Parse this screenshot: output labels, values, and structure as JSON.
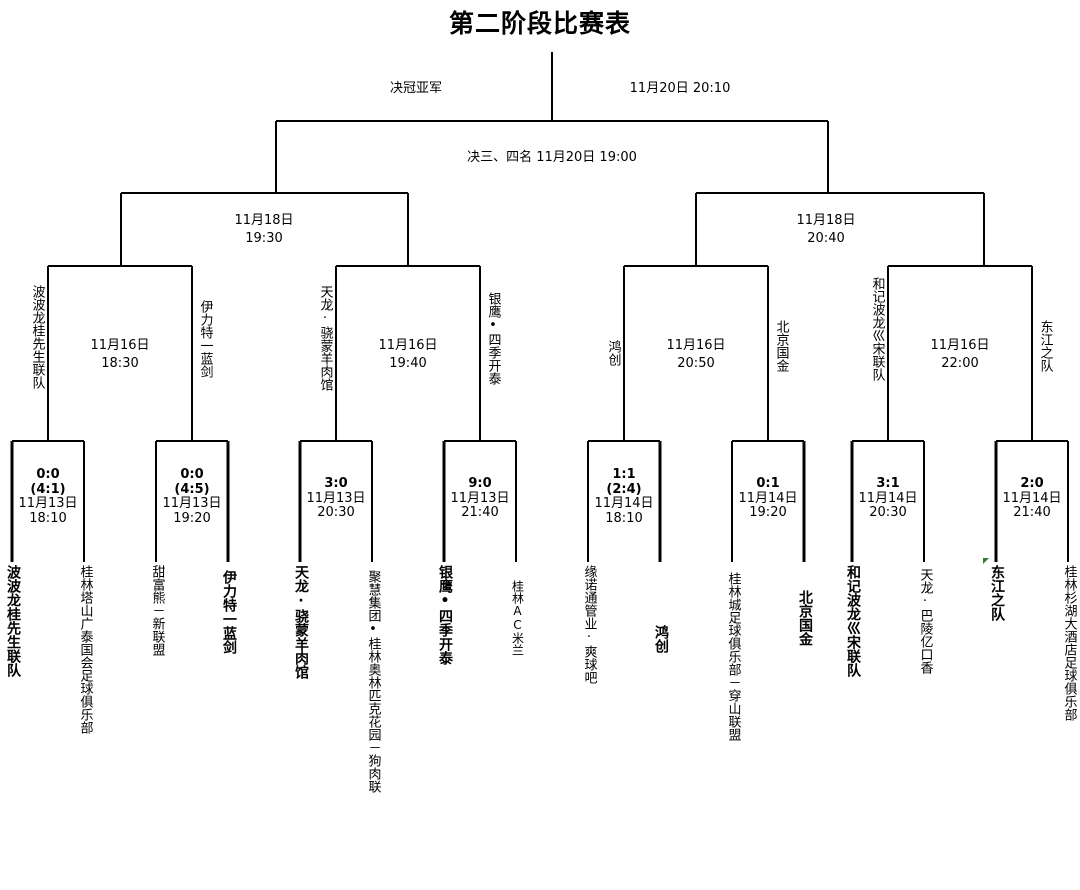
{
  "title": "第二阶段比赛表",
  "final": {
    "label": "决冠亚军",
    "time": "11月20日 20:10"
  },
  "third_place": {
    "label": "决三、四名 11月20日 19:00"
  },
  "semis": [
    {
      "time": "11月18日\n19:30"
    },
    {
      "time": "11月18日\n20:40"
    }
  ],
  "quarters": [
    {
      "time": "11月16日\n18:30",
      "left_winner": "波波龙桂先生联队",
      "right_winner": "伊力特一蓝剑"
    },
    {
      "time": "11月16日\n19:40",
      "left_winner": "天龙·骁蒙羊肉馆",
      "right_winner": "银鹰•四季开泰"
    },
    {
      "time": "11月16日\n20:50",
      "left_winner": "鸿创",
      "right_winner": "北京国金"
    },
    {
      "time": "11月16日\n22:00",
      "left_winner": "和记波龙巛宋联队",
      "right_winner": "东江之队"
    }
  ],
  "first_round": [
    {
      "score": "0:0",
      "pen": "(4:1)",
      "date": "11月13日",
      "time": "18:10"
    },
    {
      "score": "0:0",
      "pen": "(4:5)",
      "date": "11月13日",
      "time": "19:20"
    },
    {
      "score": "3:0",
      "date": "11月13日",
      "time": "20:30"
    },
    {
      "score": "9:0",
      "date": "11月13日",
      "time": "21:40"
    },
    {
      "score": "1:1",
      "pen": "(2:4)",
      "date": "11月14日",
      "time": "18:10"
    },
    {
      "score": "0:1",
      "date": "11月14日",
      "time": "19:20"
    },
    {
      "score": "3:1",
      "date": "11月14日",
      "time": "20:30"
    },
    {
      "score": "2:0",
      "date": "11月14日",
      "time": "21:40"
    }
  ],
  "teams": [
    {
      "name": "波波龙桂先生联队",
      "winner": true
    },
    {
      "name": "桂林塔山广泰国会足球俱乐部",
      "winner": false
    },
    {
      "name": "甜富熊－新联盟",
      "winner": false
    },
    {
      "name": "伊力特一蓝剑",
      "winner": true
    },
    {
      "name": "天龙·骁蒙羊肉馆",
      "winner": true
    },
    {
      "name": "聚慧集团•桂林奥林匹克花园－狗肉联",
      "winner": false
    },
    {
      "name": "银鹰•四季开泰",
      "winner": true
    },
    {
      "name": "桂林AC米兰",
      "winner": false
    },
    {
      "name": "缘诺通管业·爽球吧",
      "winner": false
    },
    {
      "name": "鸿创",
      "winner": true
    },
    {
      "name": "桂林城足球俱乐部－穿山联盟",
      "winner": false
    },
    {
      "name": "北京国金",
      "winner": true
    },
    {
      "name": "和记波龙巛宋联队",
      "winner": true
    },
    {
      "name": "天龙·巴陵亿口香",
      "winner": false
    },
    {
      "name": "东江之队",
      "winner": true
    },
    {
      "name": "桂林杉湖大酒店足球俱乐部",
      "winner": false
    }
  ]
}
